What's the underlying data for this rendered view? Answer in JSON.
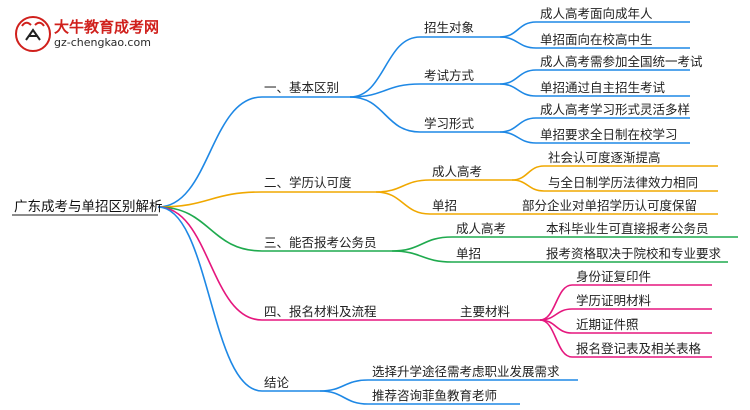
{
  "logo": {
    "title": "大牛教育成考网",
    "url": "gz-chengkao.com"
  },
  "mindmap": {
    "root": "广东成考与单招区别解析",
    "branches": [
      {
        "label": "一、基本区别",
        "color": "#1e88e5",
        "children": [
          {
            "label": "招生对象",
            "children": [
              "成人高考面向成年人",
              "单招面向在校高中生"
            ]
          },
          {
            "label": "考试方式",
            "children": [
              "成人高考需参加全国统一考试",
              "单招通过自主招生考试"
            ]
          },
          {
            "label": "学习形式",
            "children": [
              "成人高考学习形式灵活多样",
              "单招要求全日制在校学习"
            ]
          }
        ]
      },
      {
        "label": "二、学历认可度",
        "color": "#f0a800",
        "children": [
          {
            "label": "成人高考",
            "children": [
              "社会认可度逐渐提高",
              "与全日制学历法律效力相同"
            ]
          },
          {
            "label": "单招",
            "children": [
              "部分企业对单招学历认可度保留"
            ]
          }
        ]
      },
      {
        "label": "三、能否报考公务员",
        "color": "#1faa4e",
        "children": [
          {
            "label": "成人高考",
            "children": [
              "本科毕业生可直接报考公务员"
            ]
          },
          {
            "label": "单招",
            "children": [
              "报考资格取决于院校和专业要求"
            ]
          }
        ]
      },
      {
        "label": "四、报名材料及流程",
        "color": "#e5177e",
        "children": [
          {
            "label": "主要材料",
            "children": [
              "身份证复印件",
              "学历证明材料",
              "近期证件照",
              "报名登记表及相关表格"
            ]
          }
        ]
      },
      {
        "label": "结论",
        "color": "#1e88e5",
        "children": [
          "选择升学途径需考虑职业发展需求",
          "推荐咨询菲鱼教育老师"
        ]
      }
    ]
  }
}
